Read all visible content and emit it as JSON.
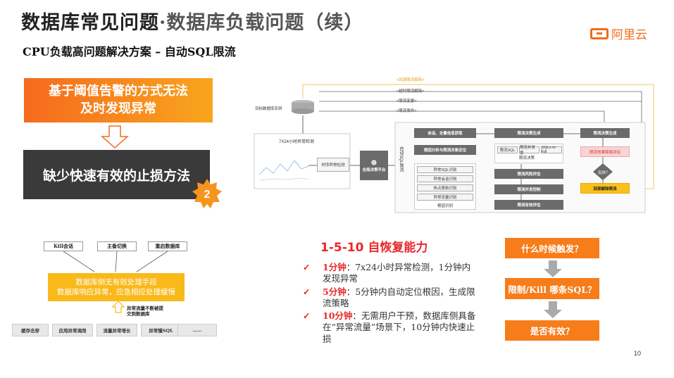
{
  "header": {
    "title_main": "数据库常见问题",
    "title_sep": "·",
    "title_sub": "数据库负载问题（续）",
    "subtitle": "CPU负载高问题解决方案 – 自动SQL限流",
    "logo_text": "阿里云"
  },
  "left": {
    "problem1": "基于阈值告警的方式无法及时发现异常",
    "problem2": "缺少快速有效的止损方法",
    "badge_number": "2"
  },
  "diagram": {
    "top_label": "<回滚限流解除>",
    "loop1": "<超时限流解除>",
    "loop2": "<限流变更>",
    "loop3": "<限流事件>",
    "target_db": "目标数据库实例",
    "detect_title": "7X24小时异常检测",
    "detect_box": "时序异常检测",
    "platform": "全局决策平台",
    "vertical_label": "自动SQL限流",
    "collect": "会话、全量信息获取",
    "rootcause": "根因分析与限流对象定位",
    "items": [
      "异常SQL识别",
      "异常会话识别",
      "热点更新识别",
      "异常流量识别",
      "根因识别"
    ],
    "decision": "限流决策生成",
    "sub1": "限流SQL",
    "sub2": "限流并发度",
    "sub3": "SQLs to Kill",
    "decision_detail": "限流决策",
    "risk": "限流风险评估",
    "exec": "限流并发控制",
    "effect": "限流有效评估",
    "gen": "限流决策生成",
    "post_eval": "限流效果降格评估",
    "diamond": "有效？",
    "rollback": "回滚解除限流"
  },
  "bottom_left": {
    "kill": "Kill会话",
    "switch": "主备切换",
    "restart": "重启数据库",
    "center": "数据库侧无有效处理手段数据库响应异常，应急相应处理缓慢",
    "center_line1": "数据库侧无有效处理手段",
    "center_line2": "数据库响应异常，应急相应处理缓慢",
    "note_line1": "异常流量不断被提",
    "note_line2": "交到数据库",
    "causes": [
      "缓存击穿",
      "应用异常调用",
      "流量异常增长",
      "异常慢SQL",
      "……"
    ]
  },
  "middle": {
    "title": "1-5-10 自恢复能力",
    "items": [
      {
        "tag": "1分钟",
        "text": "：7x24小时异常检测，1分钟内发现异常"
      },
      {
        "tag": "5分钟",
        "text": "：5分钟内自动定位根因，生成限流策略"
      },
      {
        "tag": "10分钟",
        "text": "：无需用户干预，数据库侧具备在“异常流量”场景下，10分钟内快速止损"
      }
    ]
  },
  "right": {
    "q1": "什么时候触发？",
    "q2": "限制/Kill 哪条SQL？",
    "q3": "是否有效？"
  },
  "page": {
    "number": "10"
  },
  "colors": {
    "orange": "#f77c1a",
    "red": "#e8282b",
    "dark": "#3a3a3a",
    "yellow": "#f9b91a"
  }
}
